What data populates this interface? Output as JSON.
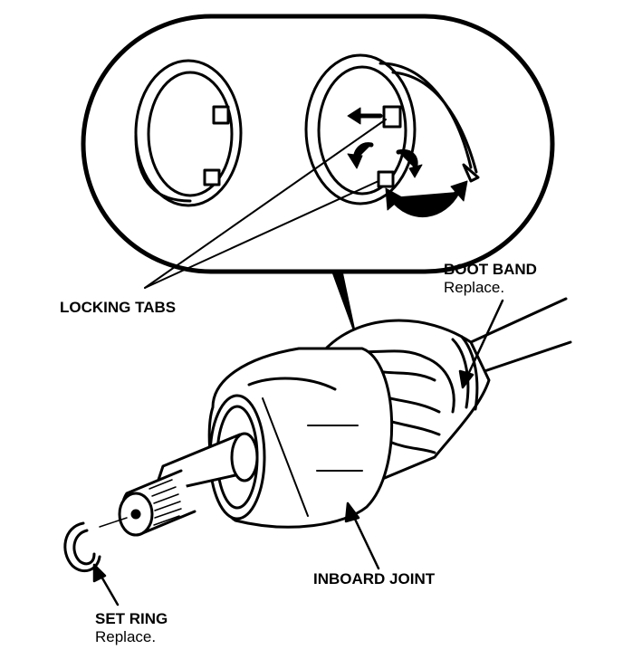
{
  "labels": {
    "locking_tabs": "LOCKING TABS",
    "boot_band": "BOOT BAND",
    "boot_band_note": "Replace.",
    "inboard_joint": "INBOARD JOINT",
    "set_ring": "SET RING",
    "set_ring_note": "Replace."
  },
  "colors": {
    "ink": "#000000",
    "paper": "#ffffff"
  }
}
